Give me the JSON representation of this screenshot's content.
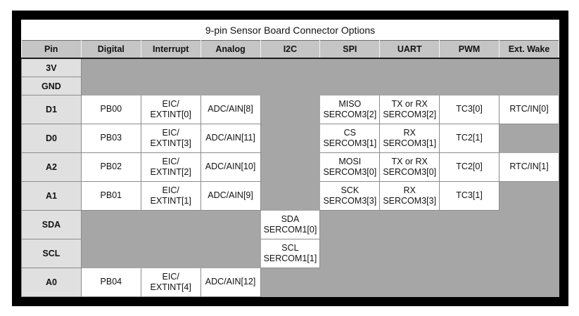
{
  "title": "9-pin Sensor Board Connector Options",
  "columns": [
    "Pin",
    "Digital",
    "Interrupt",
    "Analog",
    "I2C",
    "SPI",
    "UART",
    "PWM",
    "Ext. Wake"
  ],
  "rows": [
    {
      "pin": "3V",
      "short": true,
      "cells": [
        null,
        null,
        null,
        null,
        null,
        null,
        null,
        null
      ]
    },
    {
      "pin": "GND",
      "short": true,
      "cells": [
        null,
        null,
        null,
        null,
        null,
        null,
        null,
        null
      ]
    },
    {
      "pin": "D1",
      "short": false,
      "cells": [
        "PB00",
        "EIC/\nEXTINT[0]",
        "ADC/AIN[8]",
        null,
        "MISO\nSERCOM3[2]",
        "TX or RX\nSERCOM3[2]",
        "TC3[0]",
        "RTC/IN[0]"
      ]
    },
    {
      "pin": "D0",
      "short": false,
      "cells": [
        "PB03",
        "EIC/\nEXTINT[3]",
        "ADC/AIN[11]",
        null,
        "CS\nSERCOM3[1]",
        "RX\nSERCOM3[1]",
        "TC2[1]",
        null
      ]
    },
    {
      "pin": "A2",
      "short": false,
      "cells": [
        "PB02",
        "EIC/\nEXTINT[2]",
        "ADC/AIN[10]",
        null,
        "MOSI\nSERCOM3[0]",
        "TX or RX\nSERCOM3[0]",
        "TC2[0]",
        "RTC/IN[1]"
      ]
    },
    {
      "pin": "A1",
      "short": false,
      "cells": [
        "PB01",
        "EIC/\nEXTINT[1]",
        "ADC/AIN[9]",
        null,
        "SCK\nSERCOM3[3]",
        "RX\nSERCOM3[3]",
        "TC3[1]",
        null
      ]
    },
    {
      "pin": "SDA",
      "short": false,
      "cells": [
        null,
        null,
        null,
        "SDA\nSERCOM1[0]",
        null,
        null,
        null,
        null
      ]
    },
    {
      "pin": "SCL",
      "short": false,
      "cells": [
        null,
        null,
        null,
        "SCL\nSERCOM1[1]",
        null,
        null,
        null,
        null
      ]
    },
    {
      "pin": "A0",
      "short": false,
      "cells": [
        "PB04",
        "EIC/\nEXTINT[4]",
        "ADC/AIN[12]",
        null,
        null,
        null,
        null,
        null
      ]
    }
  ],
  "colors": {
    "frame-color": "#000000",
    "header-bg": "#c5c5c5",
    "pin-bg": "#e0e0e0",
    "blocked-bg": "#a6a6a6",
    "border-color": "#8c8c8c"
  }
}
